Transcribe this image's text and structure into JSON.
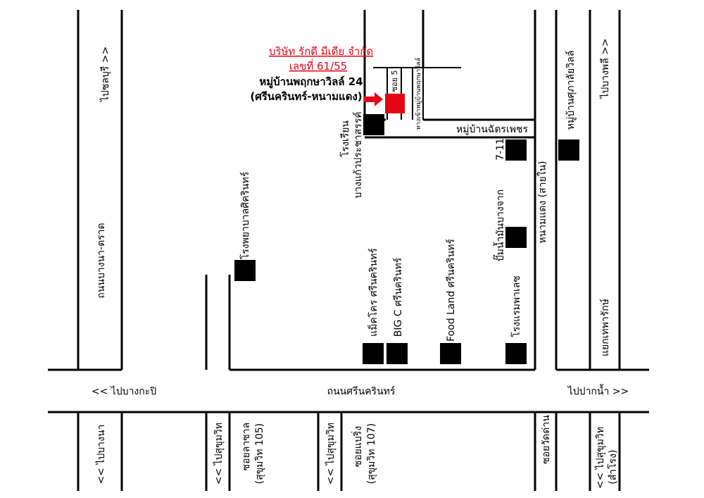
{
  "company": {
    "name": "บริษัท รักดี มีเดีย จำกัด",
    "number": "เลขที่ 61/55",
    "village": "หมู่บ้านพฤกษาวิลล์ 24",
    "area": "(ศรีนครินทร์-หนามแดง)"
  },
  "roads": {
    "main_road": "ถนนศรีนครินทร์",
    "to_bangkapi": "<< ไปบางกะปิ",
    "to_paknam": "ไปปากน้ำ >>",
    "bangna_trat": "ถนนบางนา-ตราด",
    "to_chonburi": "ไปชลบุรี >>",
    "to_bangphli": "ไปบางพลี >>",
    "soi5": "ซอย 5",
    "village_entrance": "ทางเข้าหมู่บ้านพฤกษาวิลล์",
    "chatphet_village": "หมู่บ้านฉัตรเพชร",
    "namdaeng": "หนามแดง (สายใน)",
    "thepharak_junction": "แยกเทพารักษ์",
    "to_bangna": "<< ไปบางนา",
    "to_sukhumvit_1": "<< ไปสุขุมวิท",
    "soi_lasalle": "ซอยลาซาล",
    "sukhumvit105": "(สุขุมวิท 105)",
    "to_sukhumvit_2": "<< ไปสุขุมวิท",
    "soi_baering": "ซอยแบริ่ง",
    "sukhumvit107": "(สุขุมวิท 107)",
    "soi_wat_dan": "ซอยวัดด่าน",
    "to_sukhumvit_3": "<< ไปสุขุมวิท",
    "samrong": "(สำโรง)"
  },
  "landmarks": {
    "school": "โรงเรียน",
    "school_name": "บางแก้วประชาสรรค์",
    "hospital": "โรงพยาบาลศิครินทร์",
    "makro": "แม็คโคร ศรีนครินทร์",
    "bigc": "BIG C ศรีนครินทร์",
    "foodland": "Food Land ศรีนครินทร์",
    "hotel": "โรงแรมพาเลซ",
    "seven_eleven": "7-11",
    "gas_station": "ปั๊มน้ำมันบางจาก",
    "kasem_village": "หมู่บ้านศุภาลัยวิลล์"
  }
}
